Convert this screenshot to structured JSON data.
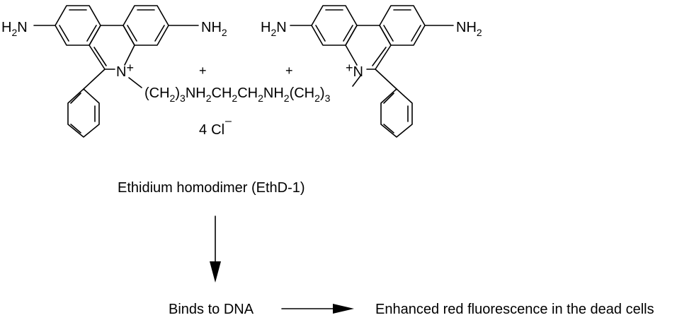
{
  "molecule": {
    "left_amine_left": "H",
    "left_amine_left_n": "N",
    "left_amine_right": "NH",
    "right_amine_left": "H",
    "right_amine_left_n": "N",
    "right_amine_right": "NH",
    "subscript_2": "2",
    "subscript_3": "3",
    "n_plus_left": "N",
    "n_plus_right": "N",
    "plus_sign": "+",
    "linker_open": "(CH",
    "linker_close": ")",
    "linker_nh": "NH",
    "linker_ch": "CH",
    "counter_ion_count": "4",
    "counter_ion": "Cl",
    "minus_sign": "–"
  },
  "flow": {
    "compound_name": "Ethidium homodimer  (EthD-1)",
    "step_binds": "Binds to DNA",
    "step_result": "Enhanced red fluorescence in the dead cells"
  },
  "colors": {
    "ink": "#000000",
    "background": "#ffffff"
  }
}
